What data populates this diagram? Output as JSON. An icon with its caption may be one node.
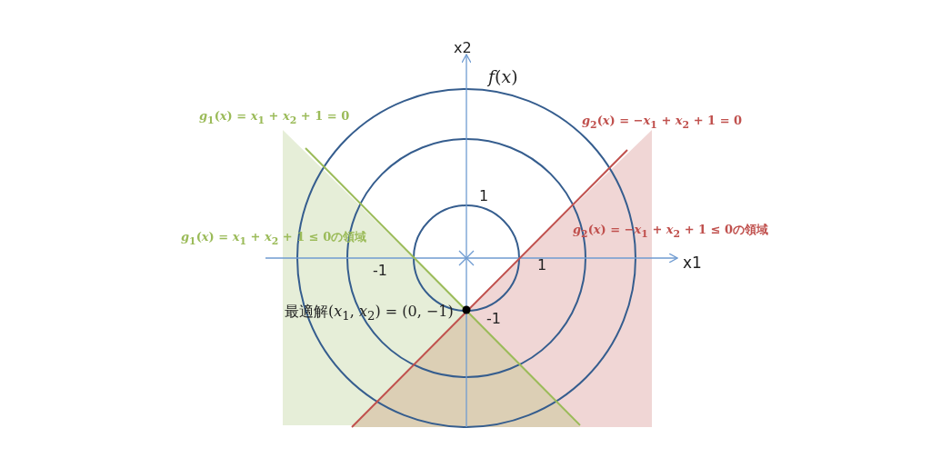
{
  "diagram": {
    "labels": [
      "x2",
      "*f*(*x*)",
      "*g*$_{1}$(*x*) = *x*$_{1}$ + *x*$_{2}$ + 1 = 0",
      "*g*$_{2}$(*x*) = −*x*$_{1}$ + *x*$_{2}$ + 1 = 0",
      "1",
      "*g*$_{1}$(*x*) = *x*$_{1}$ + *x*$_{2}$ + 1 ≤ 0の領域",
      "*g*$_{2}$(*x*) = −*x*$_{1}$ + *x*$_{2}$ + 1 ≤ 0の領域",
      "-1",
      "1",
      "x1",
      "最適解(*x*$_{1}$, *x*$_{2}$) = (0, −1)",
      "-1"
    ]
  }
}
